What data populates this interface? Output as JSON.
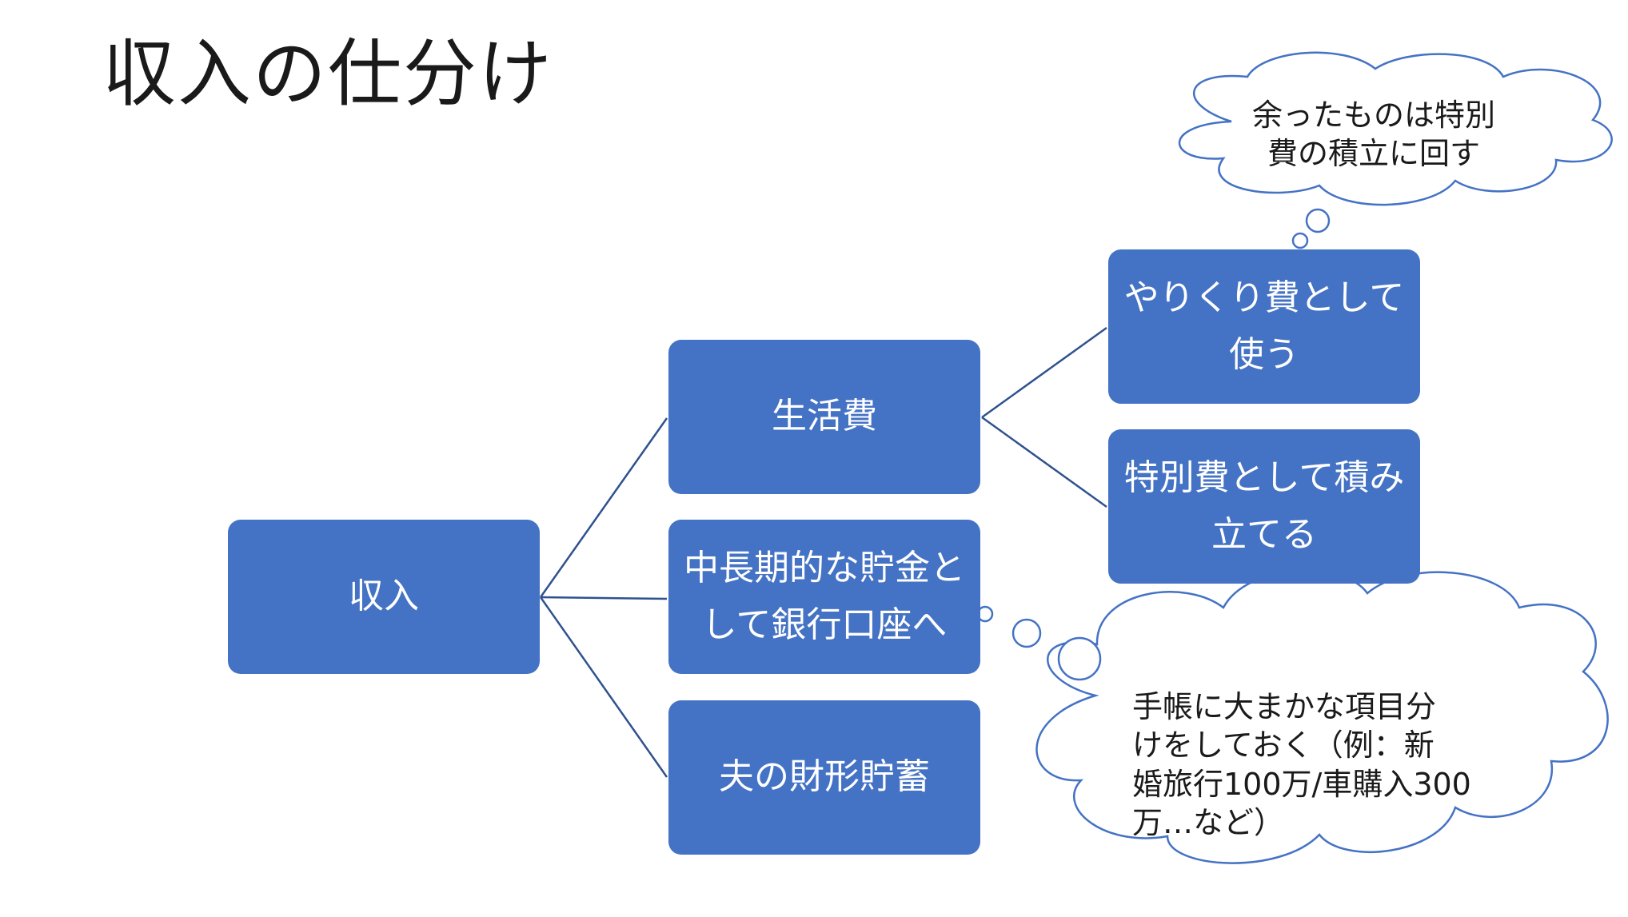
{
  "title": "収入の仕分け",
  "nodes": {
    "income": "収入",
    "living": "生活費",
    "savings": "中長期的な貯金として銀行口座へ",
    "husband": "夫の財形貯蓄",
    "yarikuri": "やりくり費として使う",
    "special": "特別費として積み立てる"
  },
  "callouts": {
    "top": [
      "余ったものは特別",
      "費の積立に回す"
    ],
    "bottom": [
      "手帳に大まかな項目分",
      "けをしておく（例：新",
      "婚旅行100万/車購入300",
      "万…など）"
    ]
  },
  "colors": {
    "box": "#4472c4",
    "line": "#2f528f",
    "cloud_stroke": "#4472c4"
  }
}
